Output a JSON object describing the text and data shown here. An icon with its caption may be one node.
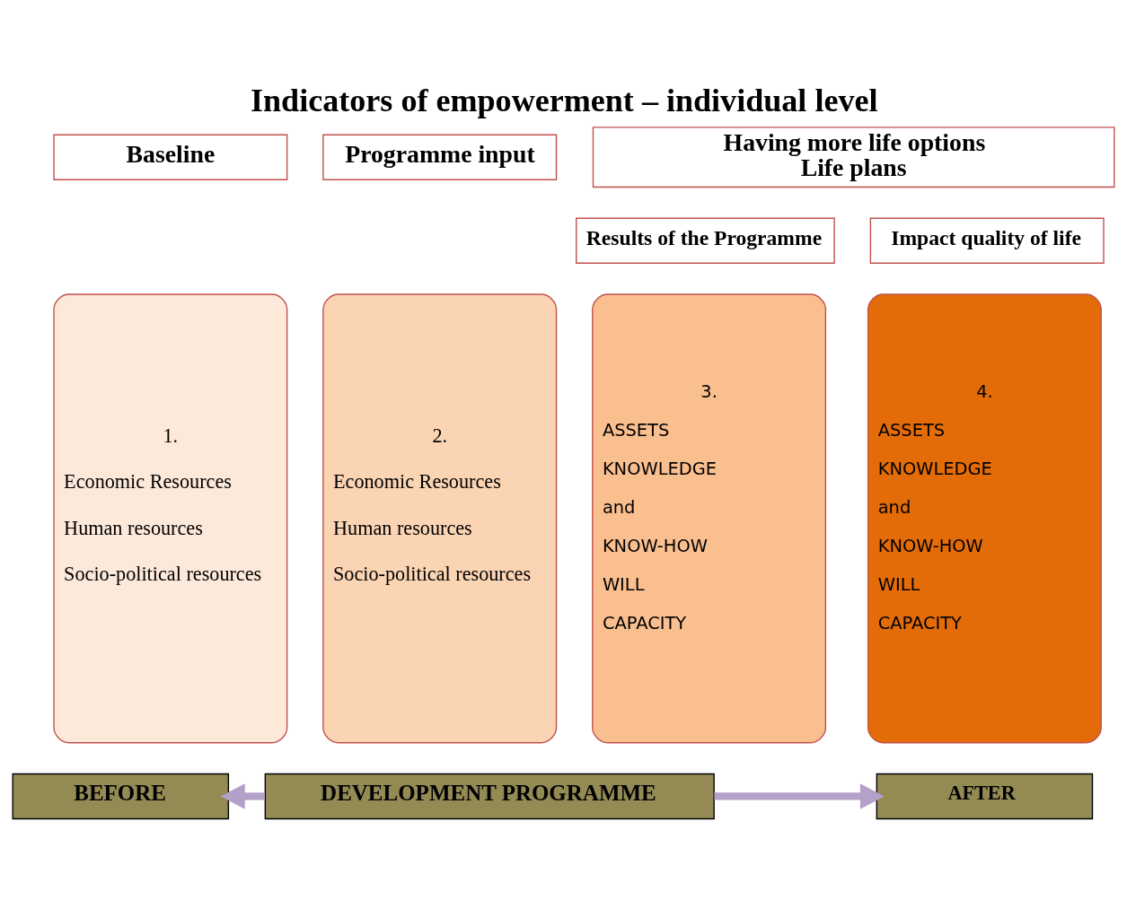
{
  "diagram": {
    "title": "Indicators of empowerment – individual level",
    "nodes": [
      {
        "text": [
          "Baseline"
        ]
      },
      {
        "text": [
          "Programme input"
        ]
      },
      {
        "text": [
          "Having more life options",
          "Life plans"
        ]
      },
      {
        "text": [
          "Results of the Programme"
        ]
      },
      {
        "text": [
          "Impact quality of life"
        ]
      },
      {
        "text": [
          "1.",
          "Economic Resources",
          "Human resources",
          "Socio-political resources"
        ]
      },
      {
        "text": [
          "2.",
          "Economic Resources",
          "Human resources",
          "Socio-political resources"
        ]
      },
      {
        "text": [
          "3.",
          "ASSETS",
          "KNOWLEDGE",
          "and",
          "KNOW-HOW",
          "WILL",
          "CAPACITY"
        ]
      },
      {
        "text": [
          "4.",
          "ASSETS",
          "KNOWLEDGE",
          "and",
          "KNOW-HOW",
          "WILL",
          "CAPACITY"
        ]
      },
      {
        "text": [
          "BEFORE"
        ]
      },
      {
        "text": [
          "DEVELOPMENT PROGRAMME"
        ]
      },
      {
        "text": [
          "AFTER"
        ]
      }
    ],
    "edges": [
      {
        "from": 10,
        "to": 9,
        "arrow": "to",
        "color": "#b4a0c8"
      },
      {
        "from": 10,
        "to": 11,
        "arrow": "to",
        "color": "#b4a0c8"
      }
    ]
  }
}
